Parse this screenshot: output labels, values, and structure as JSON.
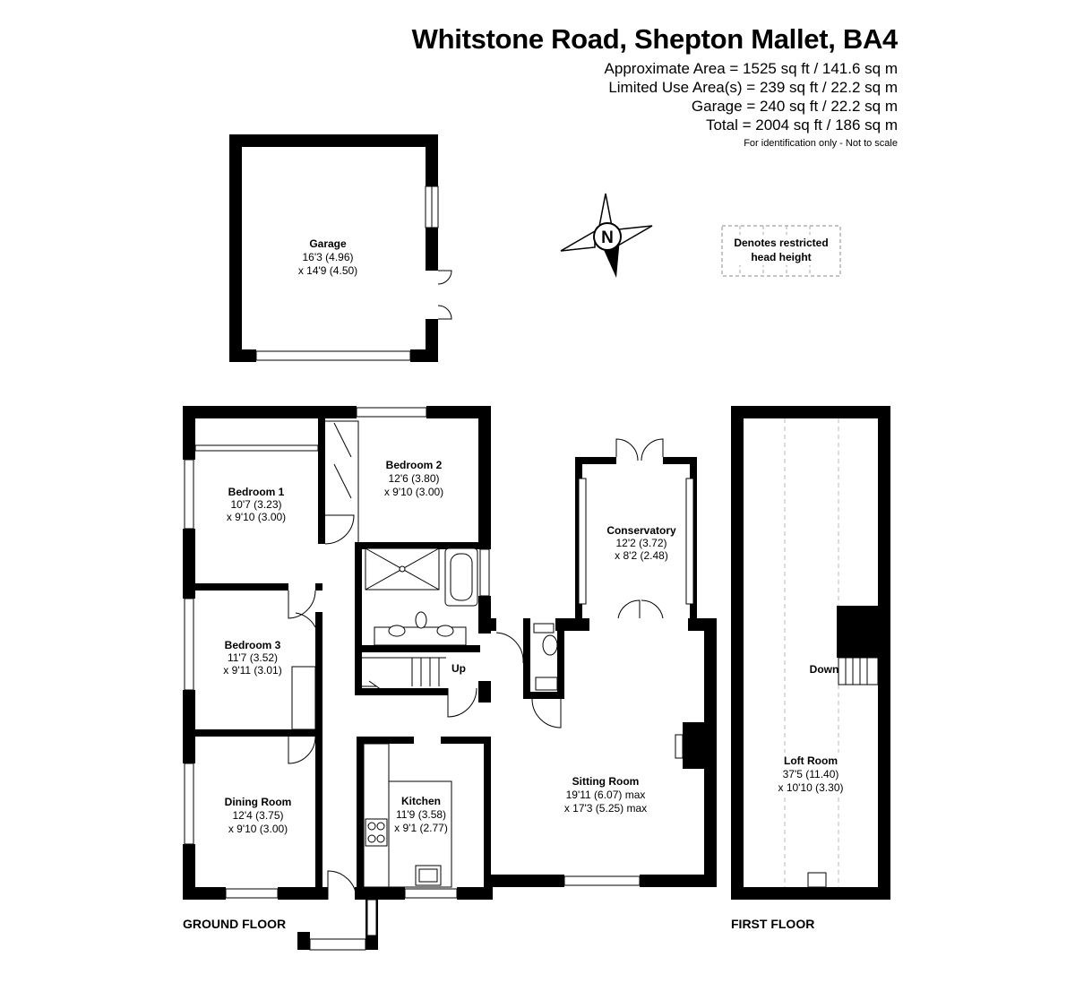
{
  "header": {
    "title": "Whitstone Road, Shepton Mallet, BA4",
    "area_lines": [
      "Approximate Area = 1525 sq ft / 141.6 sq m",
      "Limited Use Area(s) = 239 sq ft / 22.2 sq m",
      "Garage = 240 sq ft / 22.2 sq m",
      "Total = 2004 sq ft / 186 sq m"
    ],
    "disclaimer": "For identification only - Not to scale"
  },
  "compass": {
    "label": "N"
  },
  "legend": {
    "line1": "Denotes restricted",
    "line2": "head height"
  },
  "rooms": {
    "garage": {
      "name": "Garage",
      "dim1": "16'3 (4.96)",
      "dim2": "x 14'9 (4.50)"
    },
    "bedroom1": {
      "name": "Bedroom 1",
      "dim1": "10'7 (3.23)",
      "dim2": "x 9'10 (3.00)"
    },
    "bedroom2": {
      "name": "Bedroom 2",
      "dim1": "12'6 (3.80)",
      "dim2": "x 9'10 (3.00)"
    },
    "bedroom3": {
      "name": "Bedroom 3",
      "dim1": "11'7 (3.52)",
      "dim2": "x 9'11 (3.01)"
    },
    "dining": {
      "name": "Dining Room",
      "dim1": "12'4 (3.75)",
      "dim2": "x 9'10 (3.00)"
    },
    "kitchen": {
      "name": "Kitchen",
      "dim1": "11'9 (3.58)",
      "dim2": "x 9'1 (2.77)"
    },
    "sitting": {
      "name": "Sitting Room",
      "dim1": "19'11 (6.07) max",
      "dim2": "x 17'3 (5.25) max"
    },
    "conservatory": {
      "name": "Conservatory",
      "dim1": "12'2 (3.72)",
      "dim2": "x 8'2 (2.48)"
    },
    "loft": {
      "name": "Loft Room",
      "dim1": "37'5 (11.40)",
      "dim2": "x 10'10 (3.30)"
    }
  },
  "stairs": {
    "up": "Up",
    "down": "Down"
  },
  "floors": {
    "ground": "GROUND FLOOR",
    "first": "FIRST FLOOR"
  }
}
